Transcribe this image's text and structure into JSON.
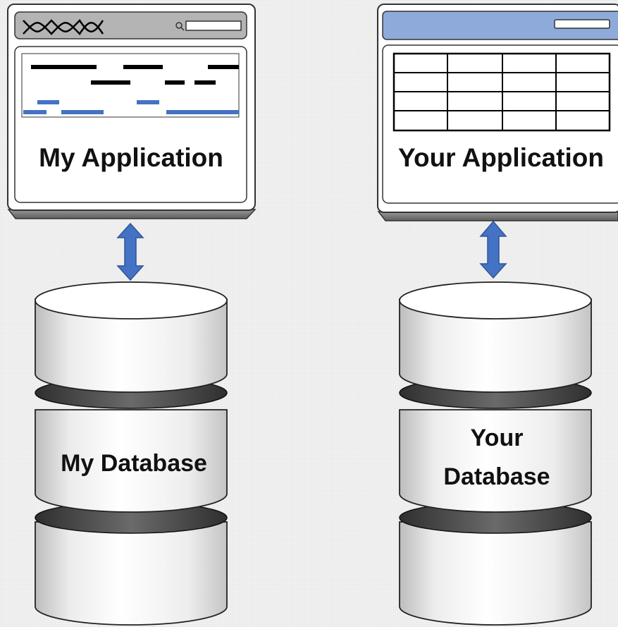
{
  "left": {
    "app_label": "My Application",
    "db_label": "My Database"
  },
  "right": {
    "app_label": "Your Application",
    "db_label_lines": [
      "Your",
      "Database"
    ]
  },
  "colors": {
    "accent_blue": "#4472c4",
    "header_blue": "#8eaadb",
    "gray_header": "#b4b4b4",
    "line_black": "#000000"
  }
}
